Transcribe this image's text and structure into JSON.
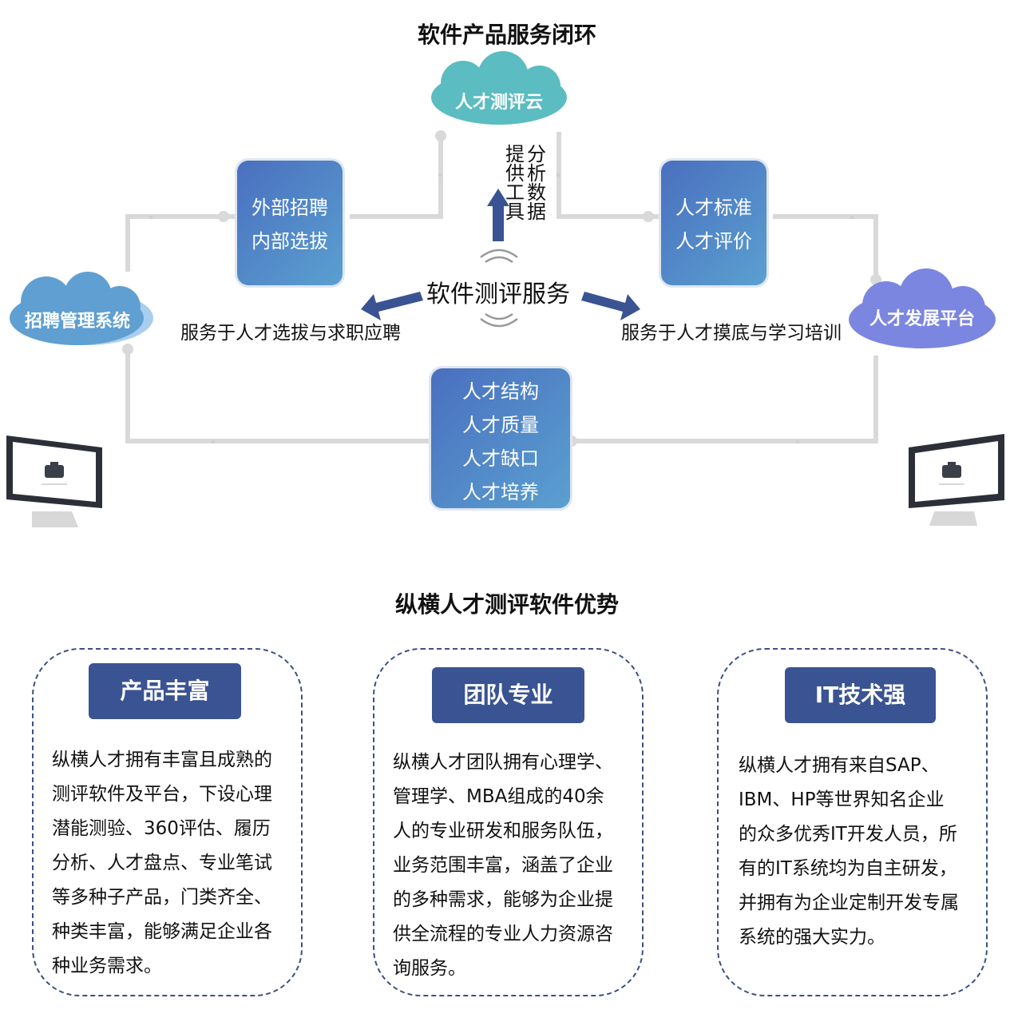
{
  "top_title": "软件产品服务闭环",
  "clouds": {
    "top": "人才测评云",
    "left": "招聘管理系统",
    "right": "人才发展平台"
  },
  "boxes": {
    "left": [
      "外部招聘",
      "内部选拔"
    ],
    "right": [
      "人才标准",
      "人才评价"
    ],
    "bottom": [
      "人才结构",
      "人才质量",
      "人才缺口",
      "人才培养"
    ]
  },
  "vertical_texts": {
    "col1": "提供工具",
    "col2": "分析数据"
  },
  "center": "软件测评服务",
  "left_caption": "服务于人才选拔与求职应聘",
  "right_caption": "服务于人才摸底与学习培训",
  "advantages_title": "纵横人才测评软件优势",
  "cards": [
    {
      "badge": "产品丰富",
      "lines": [
        "纵横人才拥有丰富且成熟的",
        "测评软件及平台，下设心理",
        "潜能测验、360评估、履历",
        "分析、人才盘点、专业笔试",
        "等多种子产品，门类齐全、",
        "种类丰富，能够满足企业各",
        "种业务需求。"
      ]
    },
    {
      "badge": "团队专业",
      "lines": [
        "纵横人才团队拥有心理学、",
        "管理学、MBA组成的40余",
        "人的专业研发和服务队伍，",
        "业务范围丰富，涵盖了企业",
        "的多种需求，能够为企业提",
        "供全流程的专业人力资源咨",
        "询服务。"
      ]
    },
    {
      "badge": "IT技术强",
      "lines": [
        "纵横人才拥有来自SAP、",
        "IBM、HP等世界知名企业",
        "的众多优秀IT开发人员，所",
        "有的IT系统均为自主研发，",
        "并拥有为企业定制开发专属",
        "系统的强大实力。"
      ]
    }
  ],
  "colors": {
    "box_gradient_start": "#4a6fbf",
    "box_gradient_end": "#5aa0d0",
    "cloud_teal": "#5bbcc1",
    "cloud_blue": "#5f9fd2",
    "cloud_purple": "#7b86e0",
    "badge": "#3a5392",
    "arrow": "#3a5392",
    "connector": "#d9d9d9"
  }
}
